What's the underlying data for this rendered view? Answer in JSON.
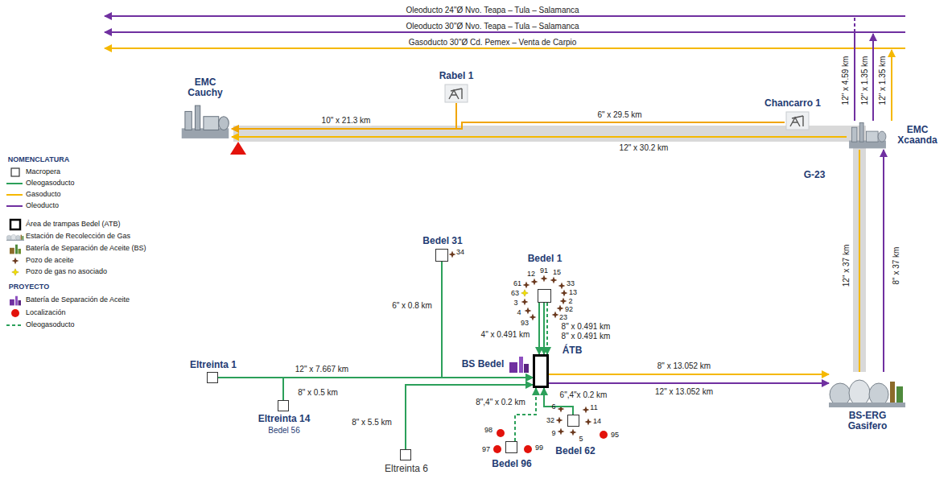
{
  "diagram": {
    "nodes": [
      {
        "text": [
          "EMC Cauchy"
        ]
      },
      {
        "text": [
          "Rabel 1"
        ]
      },
      {
        "text": [
          "Chancarro 1"
        ]
      },
      {
        "text": [
          "EMC Xcaanda"
        ]
      },
      {
        "text": [
          "Bedel 31"
        ]
      },
      {
        "text": [
          "Bedel 1"
        ]
      },
      {
        "text": [
          "BS Bedel"
        ]
      },
      {
        "text": [
          "ÁTB"
        ]
      },
      {
        "text": [
          "BS-ERG Gasifero"
        ]
      },
      {
        "text": [
          "Eltreinta 1"
        ]
      },
      {
        "text": [
          "Eltreinta 14",
          "Bedel 56"
        ]
      },
      {
        "text": [
          "Eltreinta 6"
        ]
      },
      {
        "text": [
          "Bedel 96"
        ]
      },
      {
        "text": [
          "Bedel 62"
        ]
      }
    ],
    "edges": [
      {
        "from": 1,
        "to": 0,
        "arrow": "to",
        "label": "10\" x 21.3 km"
      },
      {
        "from": 2,
        "to": 0,
        "arrow": "to",
        "label": "6\" x 29.5 km"
      },
      {
        "from": 3,
        "to": 0,
        "arrow": "to",
        "label": "12\" x 30.2 km"
      },
      {
        "from": 8,
        "to": 3,
        "arrow": "none",
        "label": "12\" x 37 km"
      },
      {
        "from": 8,
        "to": 3,
        "arrow": "to",
        "label": "8\" x 37 km"
      },
      {
        "from": 4,
        "to": 7,
        "arrow": "to",
        "label": "6\" x 0.8 km"
      },
      {
        "from": 5,
        "to": 7,
        "arrow": "to",
        "label": "4\" x 0.491 km"
      },
      {
        "from": 5,
        "to": 7,
        "arrow": "to",
        "label": "8\" x 0.491 km"
      },
      {
        "from": 5,
        "to": 7,
        "arrow": "to",
        "label": "8\" x 0.491 km"
      },
      {
        "from": 9,
        "to": 7,
        "arrow": "to",
        "label": "12\" x 7.667  km"
      },
      {
        "from": 10,
        "to": 7,
        "arrow": "to",
        "label": "8\" x 0.5 km"
      },
      {
        "from": 11,
        "to": 7,
        "arrow": "to",
        "label": "8\" x 5.5 km"
      },
      {
        "from": 12,
        "to": 7,
        "arrow": "to",
        "label": "8\",4\" x 0.2 km"
      },
      {
        "from": 13,
        "to": 7,
        "arrow": "to",
        "label": "6\",4\"x 0.2 km"
      },
      {
        "from": 7,
        "to": 8,
        "arrow": "to",
        "label": "8\" x 13.052 km"
      },
      {
        "from": 7,
        "to": 8,
        "arrow": "to",
        "label": "12\" x 13.052 km"
      }
    ],
    "labels": [
      "Oleoducto 24\"Ø Nvo. Teapa – Tula – Salamanca",
      "Oleoducto 30\"Ø Nvo. Teapa – Tula – Salamanca",
      "Gasoducto 30\"Ø Cd. Pemex – Venta de Carpio",
      "12\" x 4.59 km",
      "12\" x 1.35 km",
      "12\" x 1.35 km",
      "G-23",
      "NOMENCLATURA",
      "PROYECTO",
      "12",
      "91",
      "15",
      "33",
      "13",
      "2",
      "92",
      "23",
      "61",
      "63",
      "3",
      "4",
      "93",
      "34",
      "6",
      "11",
      "32",
      "14",
      "9",
      "5",
      "95",
      "98",
      "97",
      "99"
    ],
    "legend": [
      {
        "text": "Macropera"
      },
      {
        "text": "Oleogasoducto"
      },
      {
        "text": "Gasoducto"
      },
      {
        "text": "Oleoducto"
      },
      {
        "text": "Área de trampas Bedel (ATB)"
      },
      {
        "text": "Estación de Recolección de Gas"
      },
      {
        "text": "Batería de Separación de Aceite (BS)"
      },
      {
        "text": "Pozo de aceite"
      },
      {
        "text": "Pozo de gas no asociado"
      },
      {
        "text": "Batería de Separación de Aceite"
      },
      {
        "text": "Localización"
      },
      {
        "text": "Oleogasoducto"
      }
    ]
  }
}
